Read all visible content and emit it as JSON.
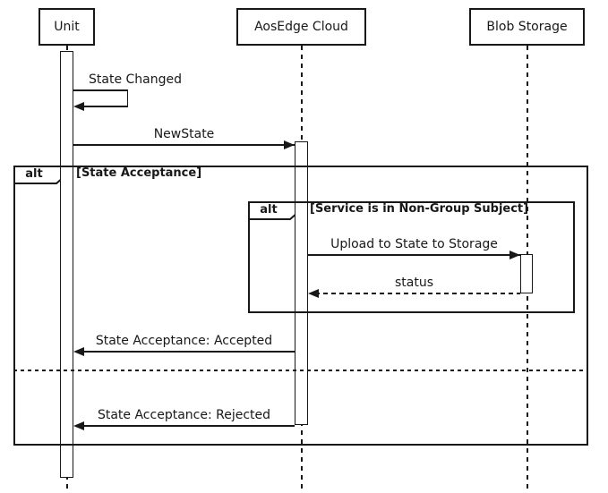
{
  "diagram": {
    "type": "uml-sequence",
    "background_color": "#ffffff",
    "line_color": "#181818",
    "participants": [
      {
        "id": "unit",
        "label": "Unit"
      },
      {
        "id": "aosedge-cloud",
        "label": "AosEdge Cloud"
      },
      {
        "id": "blob-storage",
        "label": "Blob Storage"
      }
    ],
    "fragments": [
      {
        "id": "outer-alt",
        "operator": "alt",
        "guard": "[State Acceptance]"
      },
      {
        "id": "inner-alt",
        "operator": "alt",
        "guard": "[Service is in Non-Group Subject]"
      }
    ],
    "messages": [
      {
        "id": "state-changed",
        "label": "State Changed",
        "from": "Unit",
        "to": "Unit",
        "style": "solid"
      },
      {
        "id": "new-state",
        "label": "NewState",
        "from": "Unit",
        "to": "AosEdge Cloud",
        "style": "solid"
      },
      {
        "id": "upload",
        "label": "Upload to State to Storage",
        "from": "AosEdge Cloud",
        "to": "Blob Storage",
        "style": "solid"
      },
      {
        "id": "status",
        "label": "status",
        "from": "Blob Storage",
        "to": "AosEdge Cloud",
        "style": "dashed"
      },
      {
        "id": "accepted",
        "label": "State Acceptance: Accepted",
        "from": "AosEdge Cloud",
        "to": "Unit",
        "style": "solid"
      },
      {
        "id": "rejected",
        "label": "State Acceptance: Rejected",
        "from": "AosEdge Cloud",
        "to": "Unit",
        "style": "solid"
      }
    ]
  }
}
